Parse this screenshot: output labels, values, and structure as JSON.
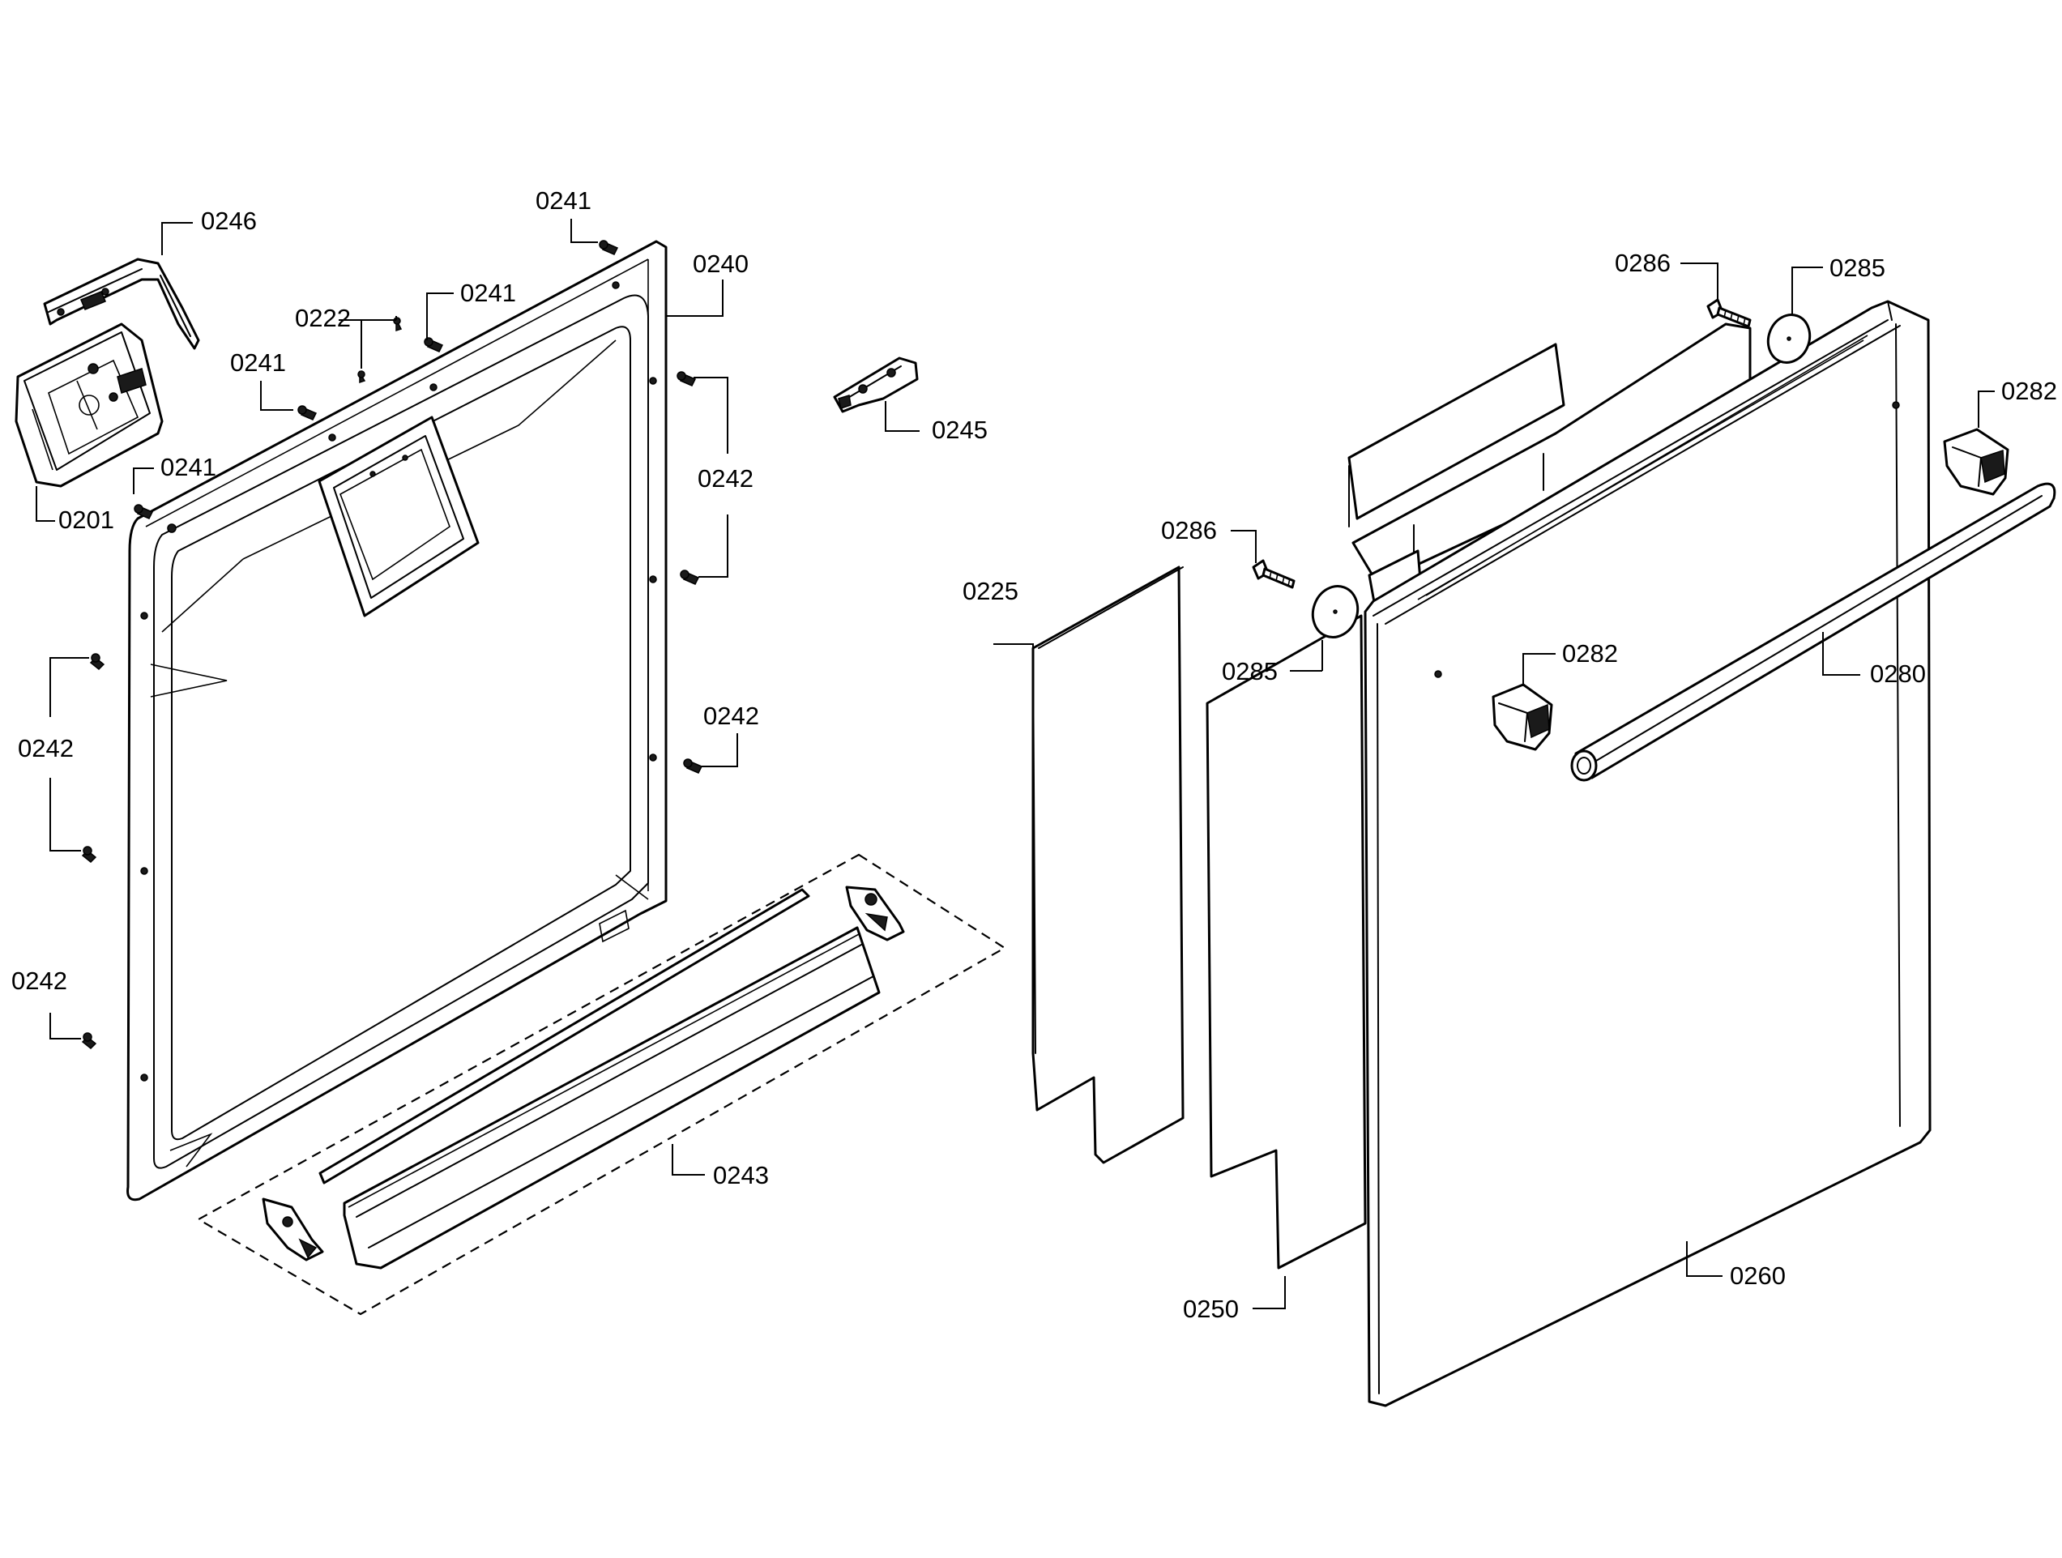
{
  "labels": {
    "p0201": "0201",
    "p0222": "0222",
    "p0225": "0225",
    "p0240": "0240",
    "p0241": "0241",
    "p0242": "0242",
    "p0243": "0243",
    "p0245": "0245",
    "p0246": "0246",
    "p0250": "0250",
    "p0260": "0260",
    "p0280": "0280",
    "p0282": "0282",
    "p0285": "0285",
    "p0286": "0286"
  }
}
